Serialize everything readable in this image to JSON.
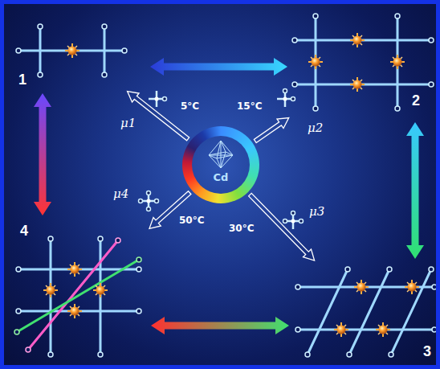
{
  "diagram": {
    "nodes": [
      {
        "text": [
          "1"
        ]
      },
      {
        "text": [
          "2"
        ]
      },
      {
        "text": [
          "Cd"
        ]
      },
      {
        "text": [
          "4"
        ]
      },
      {
        "text": [
          "3"
        ]
      }
    ],
    "edges": [
      {
        "from": 0,
        "to": 1,
        "arrow": "both"
      },
      {
        "from": 1,
        "to": 4,
        "arrow": "both"
      },
      {
        "from": 3,
        "to": 4,
        "arrow": "both"
      },
      {
        "from": 0,
        "to": 3,
        "arrow": "both"
      },
      {
        "from": 2,
        "to": 0,
        "arrow": "to",
        "label": "5°C"
      },
      {
        "from": 2,
        "to": 1,
        "arrow": "to",
        "label": "15°C"
      },
      {
        "from": 2,
        "to": 4,
        "arrow": "to",
        "label": "30°C"
      },
      {
        "from": 2,
        "to": 3,
        "arrow": "to",
        "label": "50°C"
      }
    ],
    "labels": [
      "μ1",
      "μ2",
      "μ3",
      "μ4"
    ]
  }
}
